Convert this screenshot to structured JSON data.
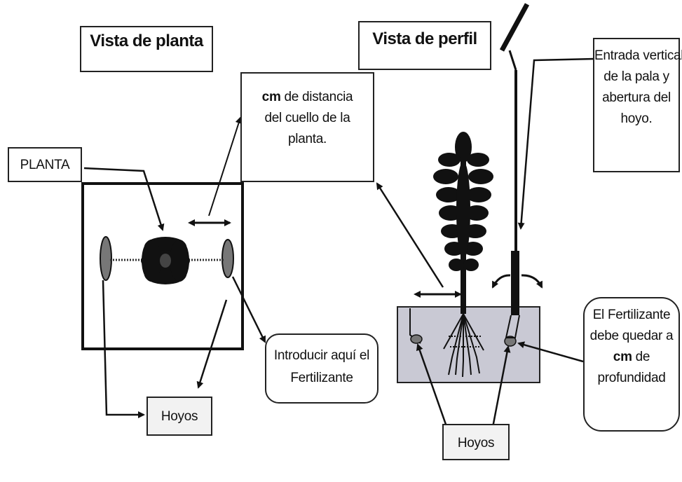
{
  "titles": {
    "plan_view": "Vista de planta",
    "profile_view": "Vista de perfil"
  },
  "labels": {
    "plant": "PLANTA",
    "distance_bold": "cm",
    "distance_rest_line1": " de distancia",
    "distance_line2": "del cuello de la",
    "distance_line3": "planta.",
    "shovel_line1": "Entrada vertical",
    "shovel_line2": "de la pala y",
    "shovel_line3": "abertura del",
    "shovel_line4": "hoyo.",
    "insert_line1": "Introducir aquí el",
    "insert_line2": "Fertilizante",
    "holes_left": "Hoyos",
    "holes_right": "Hoyos",
    "fert_line1": "El Fertilizante",
    "fert_line2": "debe quedar a",
    "fert_bold": "cm",
    "fert_rest_line3": " de",
    "fert_line4": "profundidad"
  }
}
